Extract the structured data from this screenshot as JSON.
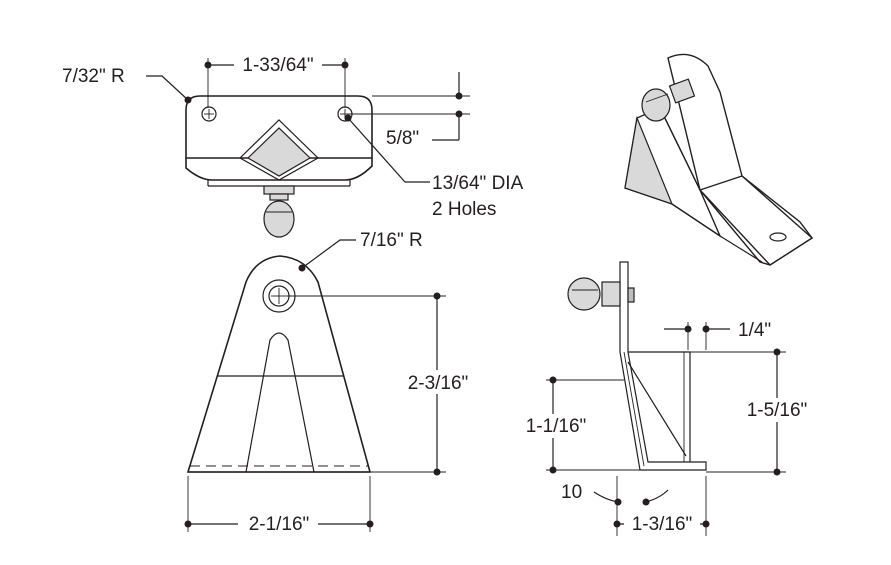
{
  "dimensions": {
    "corner_radius": "7/32\" R",
    "hole_spacing": "1-33/64\"",
    "hole_offset": "5/8\"",
    "hole_dia": "13/64\" DIA",
    "hole_count": "2 Holes",
    "boss_radius": "7/16\" R",
    "height": "2-3/16\"",
    "base_width": "2-1/16\"",
    "thickness": "1/4\"",
    "side_height": "1-5/16\"",
    "gusset_height": "1-1/16\"",
    "angle": "10",
    "foot_length": "1-3/16\""
  },
  "colors": {
    "line": "#231f20",
    "shade_light": "#d9d9d9",
    "shade_dark": "#bdbdbd"
  }
}
